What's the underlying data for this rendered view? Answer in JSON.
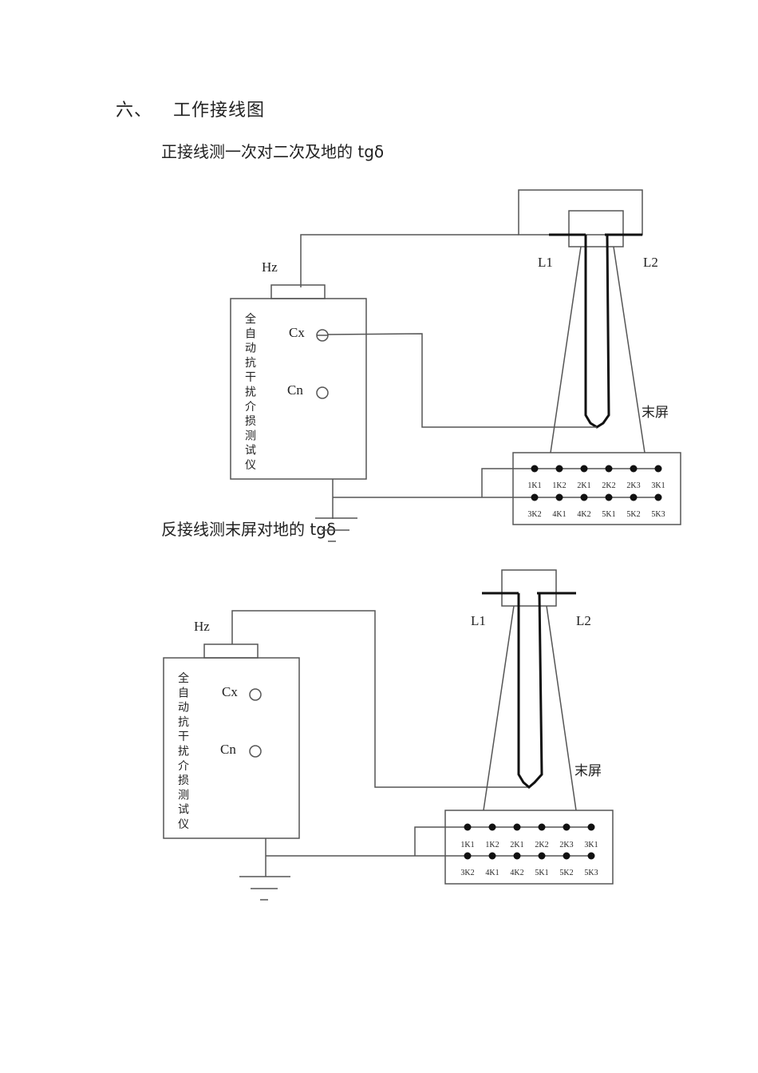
{
  "section": {
    "number": "六、",
    "title": "工作接线图"
  },
  "diagrams": [
    {
      "caption_text": "正接线测一次对二次及地的",
      "caption_symbol": "tgδ",
      "instrument_name": "全自动抗干扰介损测试仪",
      "instrument_chars": [
        "全",
        "自",
        "动",
        "抗",
        "干",
        "扰",
        "介",
        "损",
        "测",
        "试",
        "仪"
      ],
      "hz_label": "Hz",
      "cx_label": "Cx",
      "cn_label": "Cn",
      "l1_label": "L1",
      "l2_label": "L2",
      "screen_label": "末屏",
      "terminals_row1": [
        "1K1",
        "1K2",
        "2K1",
        "2K2",
        "2K3",
        "3K1"
      ],
      "terminals_row2": [
        "3K2",
        "4K1",
        "4K2",
        "5K1",
        "5K2",
        "5K3"
      ]
    },
    {
      "caption_text": "反接线测末屏对地的",
      "caption_symbol": "tgδ",
      "instrument_name": "全自动抗干扰介损测试仪",
      "instrument_chars": [
        "全",
        "自",
        "动",
        "抗",
        "干",
        "扰",
        "介",
        "损",
        "测",
        "试",
        "仪"
      ],
      "hz_label": "Hz",
      "cx_label": "Cx",
      "cn_label": "Cn",
      "l1_label": "L1",
      "l2_label": "L2",
      "screen_label": "末屏",
      "terminals_row1": [
        "1K1",
        "1K2",
        "2K1",
        "2K2",
        "2K3",
        "3K1"
      ],
      "terminals_row2": [
        "3K2",
        "4K1",
        "4K2",
        "5K1",
        "5K2",
        "5K3"
      ]
    }
  ]
}
